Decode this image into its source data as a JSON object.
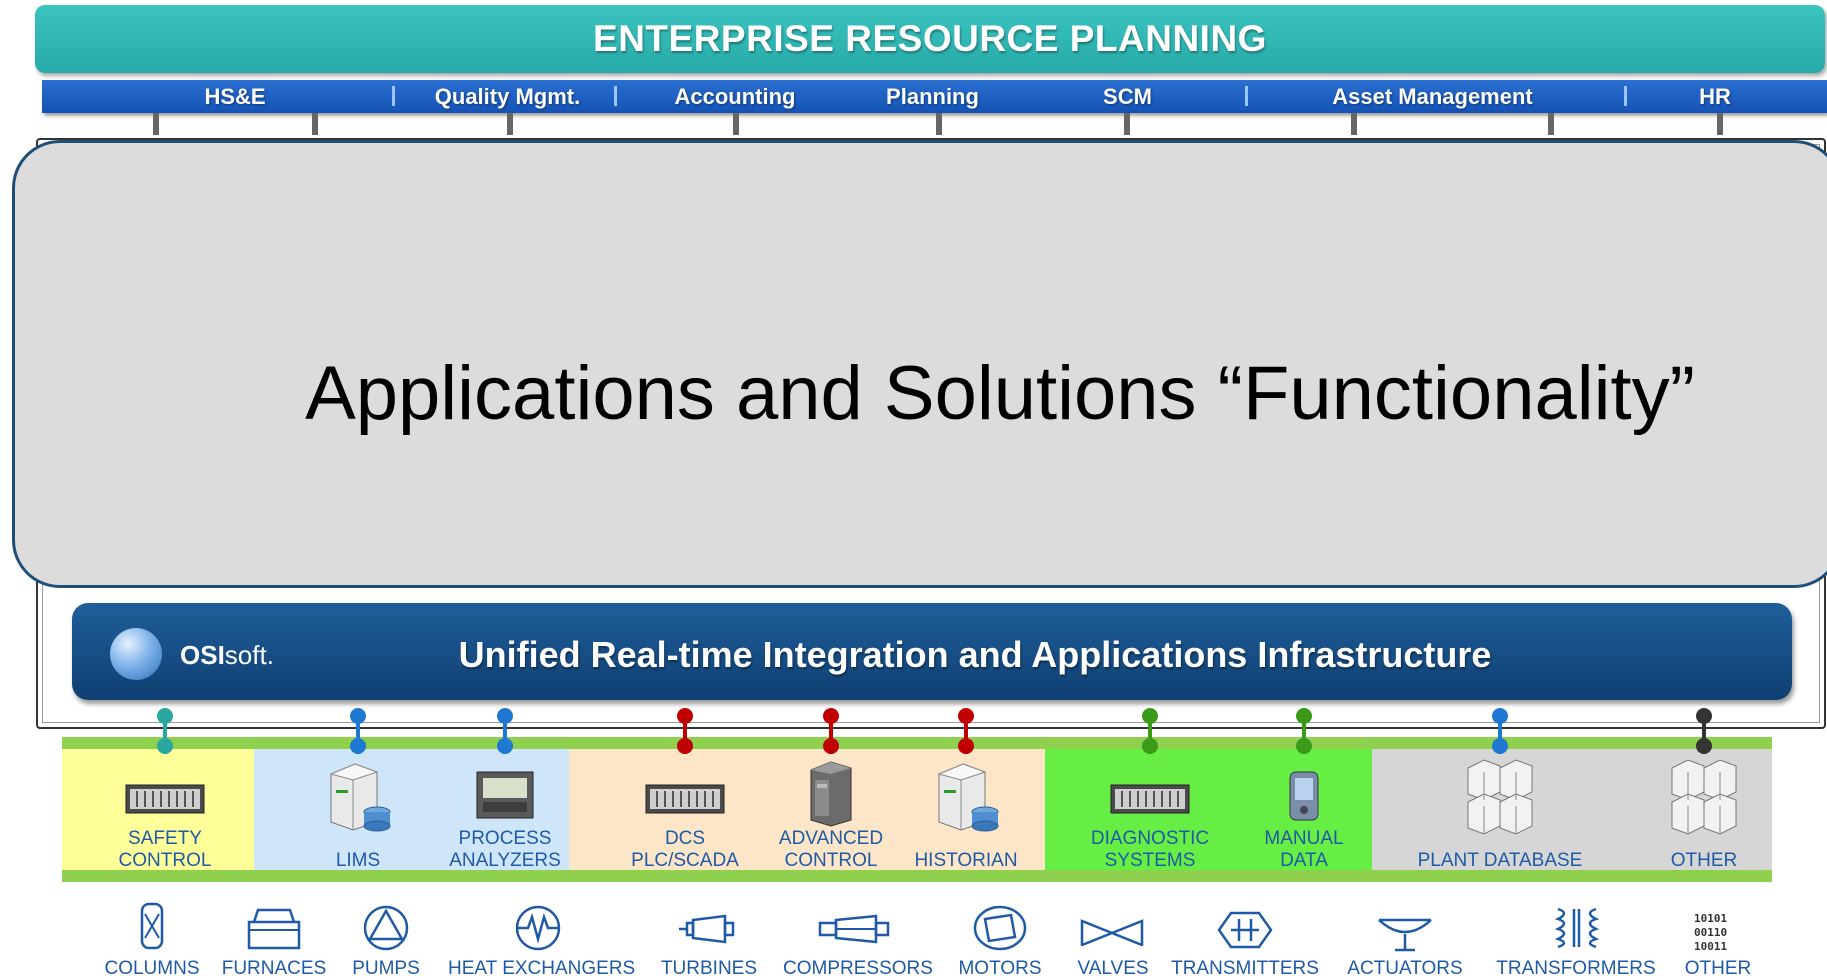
{
  "erp": {
    "title": "ENTERPRISE RESOURCE PLANNING",
    "modules": [
      "HS&E",
      "Quality Mgmt.",
      "Accounting",
      "Planning",
      "SCM",
      "Asset Management",
      "HR"
    ]
  },
  "applications": {
    "title": "Applications and Solutions “Functionality”"
  },
  "infrastructure": {
    "brand_bold": "OSI",
    "brand_light": "soft",
    "brand_mark": ".",
    "title": "Unified Real-time Integration and Applications Infrastructure"
  },
  "systems": [
    {
      "label_line1": "SAFETY",
      "label_line2": "CONTROL",
      "color": "#2aa7a0"
    },
    {
      "label_line1": "",
      "label_line2": "LIMS",
      "color": "#1f78d1"
    },
    {
      "label_line1": "PROCESS",
      "label_line2": "ANALYZERS",
      "color": "#1f78d1"
    },
    {
      "label_line1": "DCS",
      "label_line2": "PLC/SCADA",
      "color": "#c00000"
    },
    {
      "label_line1": "ADVANCED",
      "label_line2": "CONTROL",
      "color": "#c00000"
    },
    {
      "label_line1": "",
      "label_line2": "HISTORIAN",
      "color": "#c00000"
    },
    {
      "label_line1": "DIAGNOSTIC",
      "label_line2": "SYSTEMS",
      "color": "#3b9a1a"
    },
    {
      "label_line1": "MANUAL",
      "label_line2": "DATA",
      "color": "#3b9a1a"
    },
    {
      "label_line1": "",
      "label_line2": "PLANT DATABASE",
      "color": "#1f78d1"
    },
    {
      "label_line1": "",
      "label_line2": "OTHER",
      "color": "#333333"
    }
  ],
  "zone_colors": {
    "safety": "#ffff99",
    "lab": "#cfe6fa",
    "control": "#fde5c8",
    "diagnostic": "#66ee44",
    "database": "#d6d6d6"
  },
  "devices": [
    {
      "label": "COLUMNS",
      "icon": "column-icon"
    },
    {
      "label": "FURNACES",
      "icon": "furnace-icon"
    },
    {
      "label": "PUMPS",
      "icon": "pump-icon"
    },
    {
      "label": "HEAT EXCHANGERS",
      "icon": "heat-exchanger-icon"
    },
    {
      "label": "TURBINES",
      "icon": "turbine-icon"
    },
    {
      "label": "COMPRESSORS",
      "icon": "compressor-icon"
    },
    {
      "label": "MOTORS",
      "icon": "motor-icon"
    },
    {
      "label": "VALVES",
      "icon": "valve-icon"
    },
    {
      "label": "TRANSMITTERS",
      "icon": "transmitter-icon"
    },
    {
      "label": "ACTUATORS",
      "icon": "actuator-icon"
    },
    {
      "label": "TRANSFORMERS",
      "icon": "transformer-icon"
    },
    {
      "label": "OTHER",
      "icon": "binary-data-icon",
      "binary_lines": [
        "10101",
        "00110",
        "10011"
      ]
    }
  ]
}
